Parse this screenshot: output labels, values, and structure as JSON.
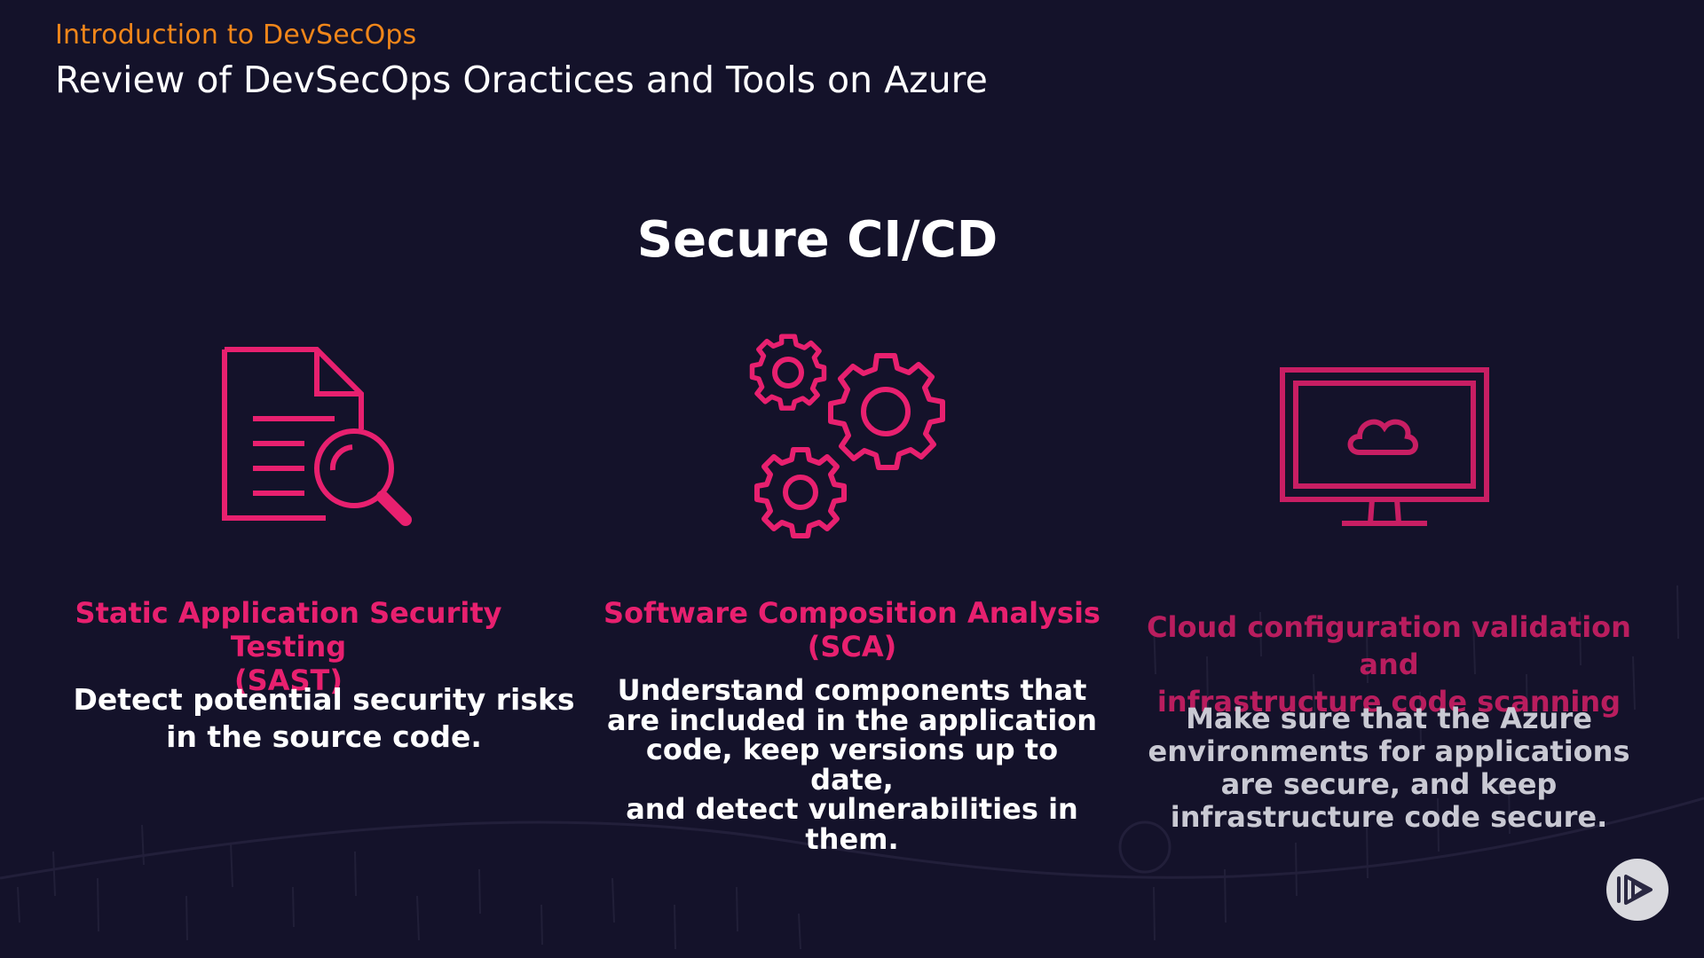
{
  "header": {
    "course_title": "Introduction to DevSecOps",
    "module_title": "Review of DevSecOps Oractices and Tools on Azure"
  },
  "slide": {
    "heading": "Secure CI/CD",
    "columns": [
      {
        "icon": "document-magnifier-icon",
        "title_line1": "Static Application Security Testing",
        "title_line2": "(SAST)",
        "desc_lines": [
          "Detect potential security risks",
          "in the  source code."
        ]
      },
      {
        "icon": "gears-icon",
        "title_line1": "Software Composition Analysis",
        "title_line2": "(SCA)",
        "desc_lines": [
          "Understand components that",
          "are included in the application",
          "code, keep versions up to date,",
          "and detect vulnerabilities in",
          "them."
        ]
      },
      {
        "icon": "monitor-cloud-icon",
        "title_line1": "Cloud configuration validation and",
        "title_line2": "infrastructure code scanning",
        "desc_lines": [
          "Make sure that the Azure",
          "environments for applications",
          "are secure, and keep",
          "infrastructure code secure."
        ]
      }
    ]
  },
  "player": {
    "button_icon": "play-logo-icon"
  },
  "colors": {
    "background": "#14122a",
    "accent_orange": "#f0861a",
    "accent_pink": "#e8206f",
    "text_white": "#ffffff"
  }
}
